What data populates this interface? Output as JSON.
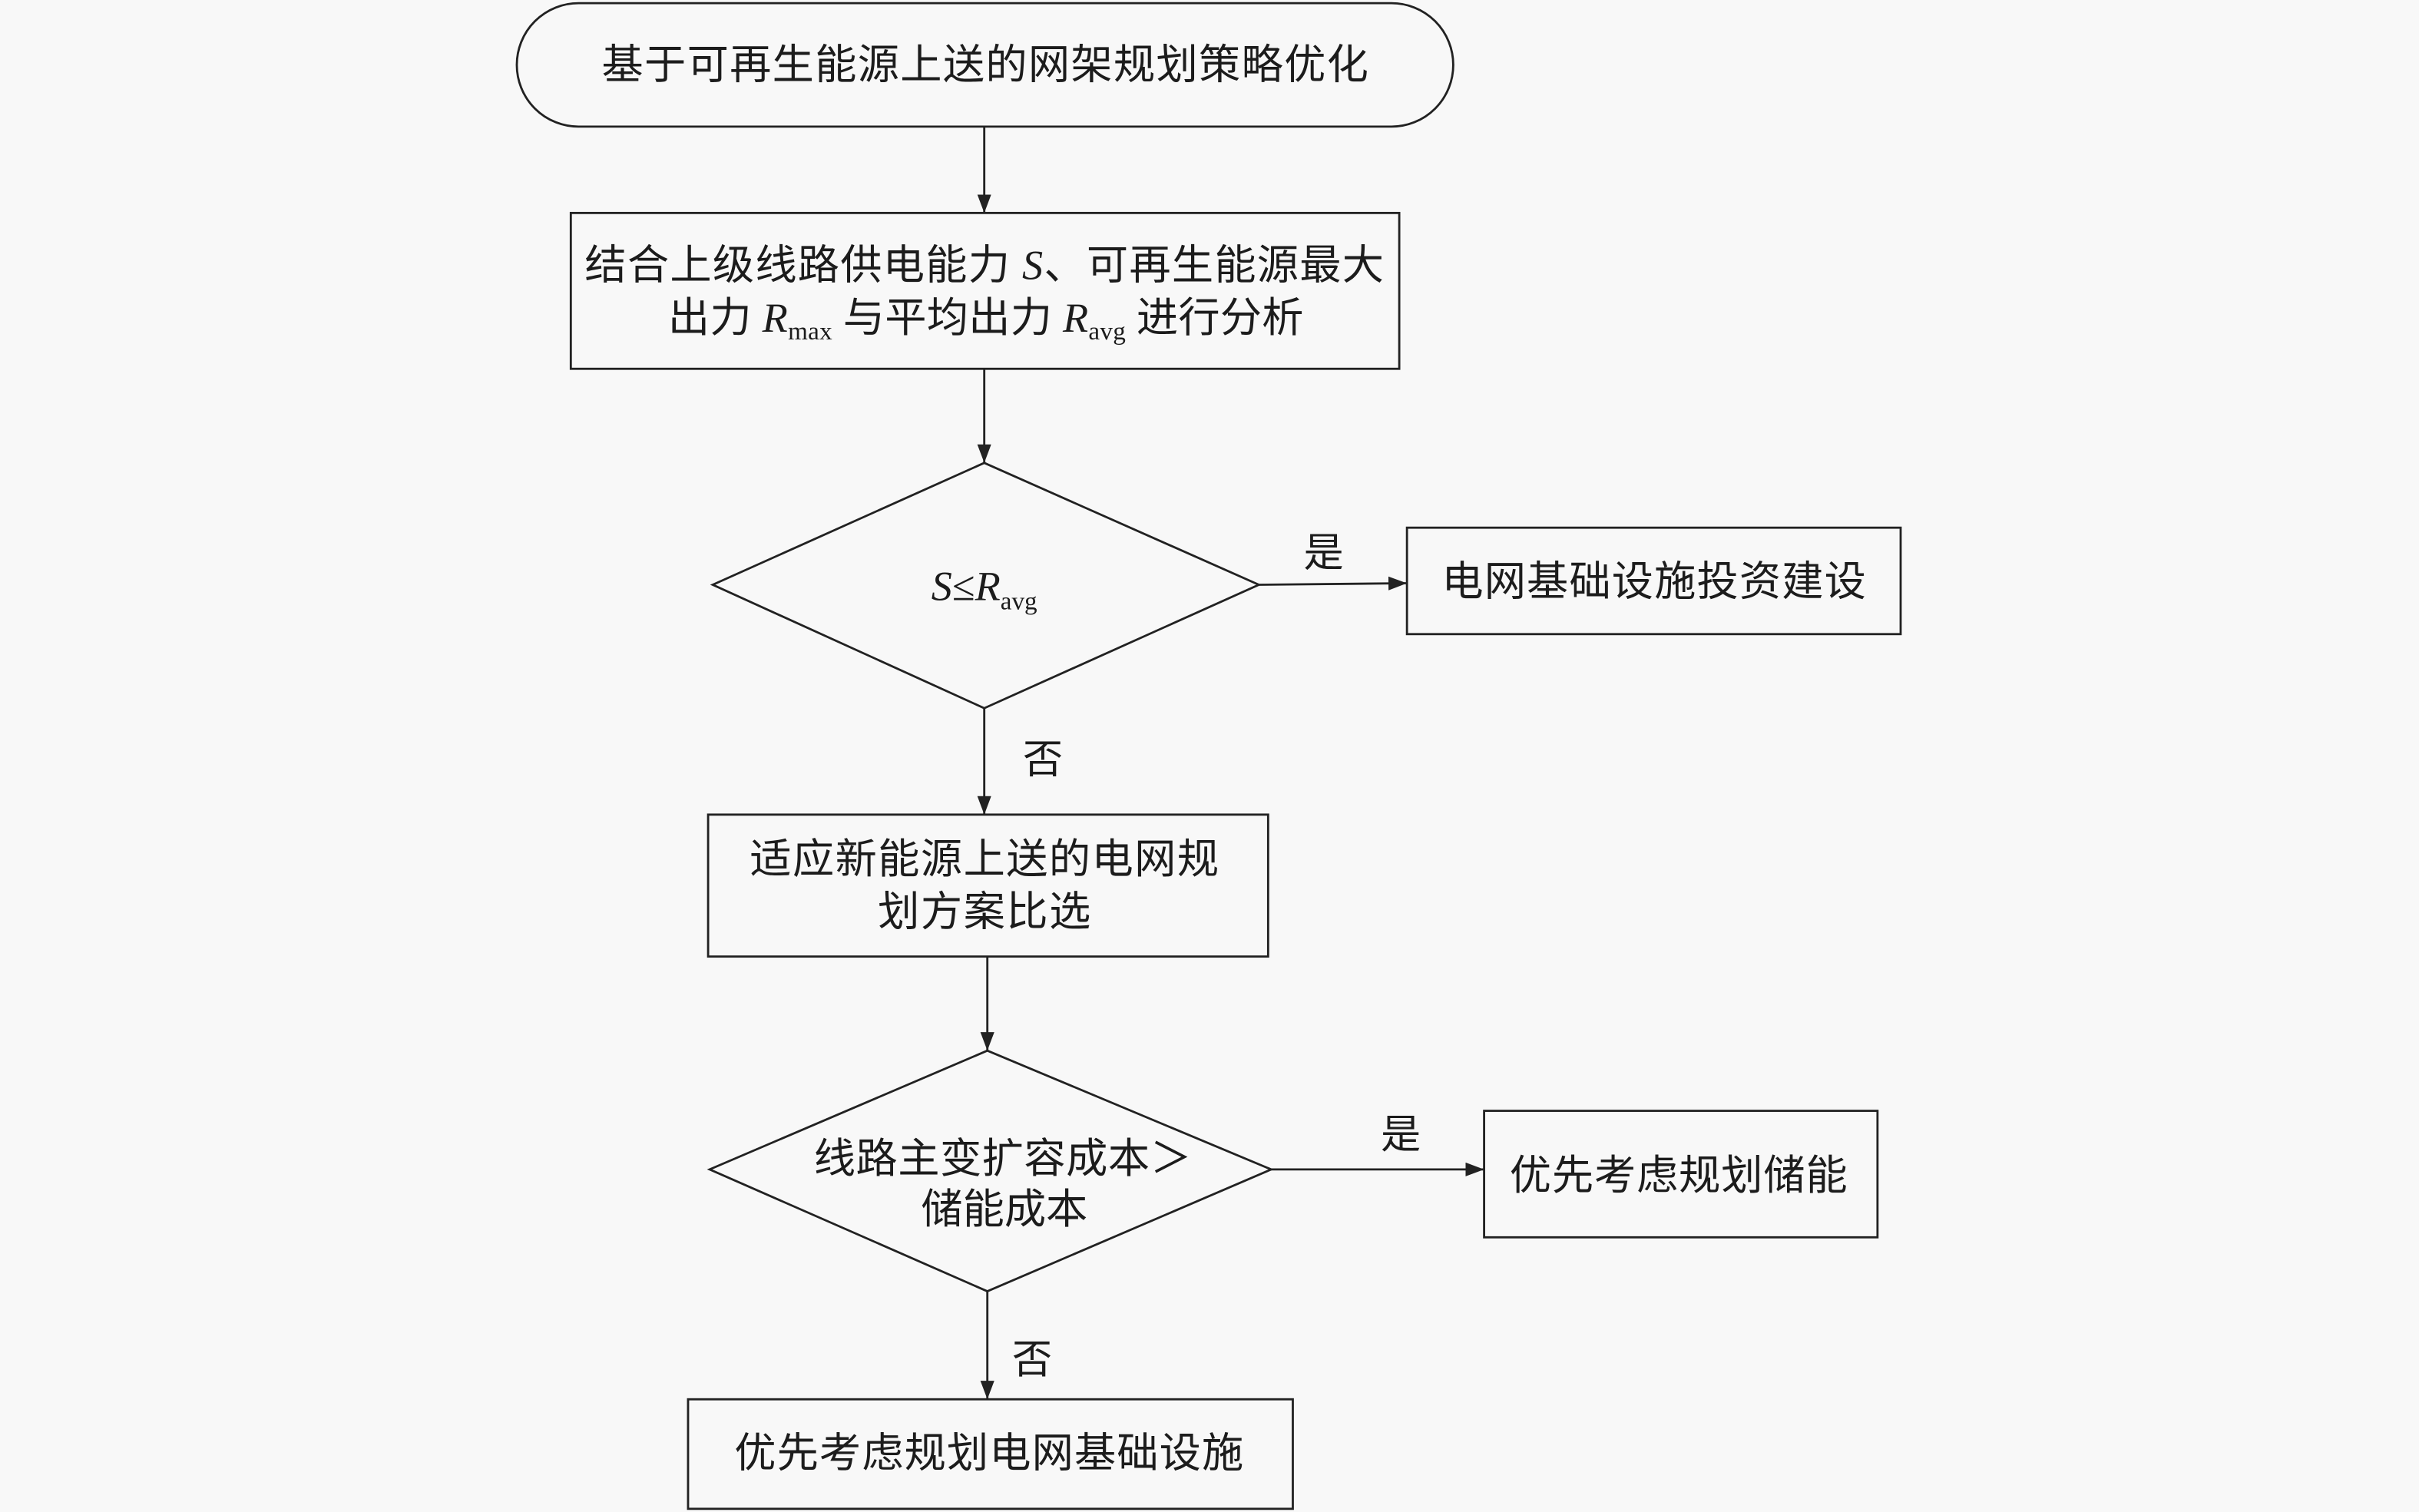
{
  "colors": {
    "background": "#f8f8f8",
    "line": "#222222",
    "text": "#1c1c1c"
  },
  "flowchart": {
    "start": "基于可再生能源上送的网架规划策略优化",
    "analysis": {
      "line1": [
        "结合上级线路供电能力 ",
        "S",
        "、可再生能源最大"
      ],
      "line2": [
        "出力 ",
        "R",
        "max",
        " 与平均出力 ",
        "R",
        "avg",
        " 进行分析"
      ]
    },
    "decision1": {
      "condition": [
        "S",
        "≤",
        "R",
        "avg"
      ],
      "yes": "是",
      "no": "否"
    },
    "invest": "电网基础设施投资建设",
    "compare": [
      "适应新能源上送的电网规",
      "划方案比选"
    ],
    "decision2": {
      "condition": [
        "线路主变扩容成本＞",
        "储能成本"
      ],
      "yes": "是",
      "no": "否"
    },
    "storage": "优先考虑规划储能",
    "grid": "优先考虑规划电网基础设施"
  }
}
